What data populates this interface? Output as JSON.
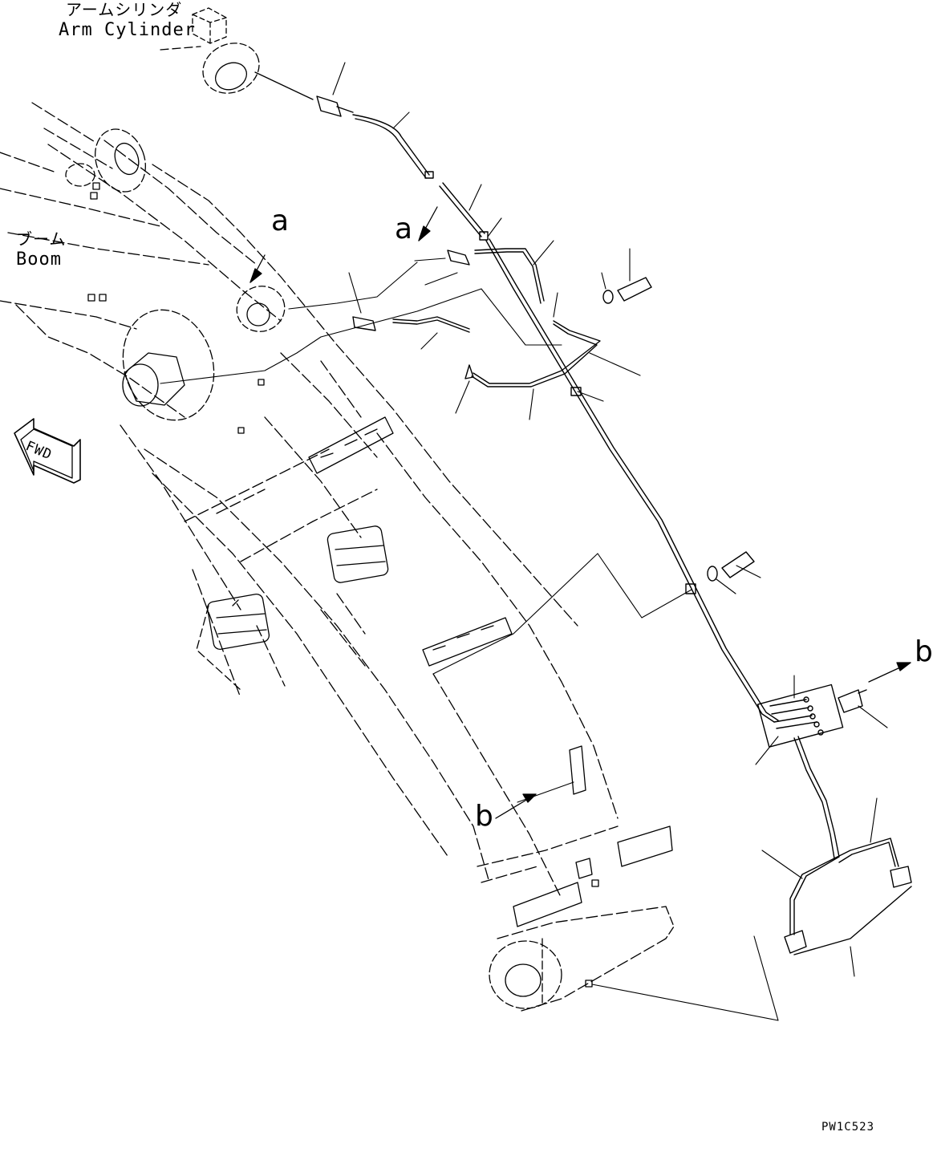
{
  "labels": {
    "arm_cylinder_jp": "アームシリンダ",
    "arm_cylinder_en": "Arm Cylinder",
    "boom_jp": "ブーム",
    "boom_en": "Boom",
    "fwd": "FWD",
    "view_a_1": "a",
    "view_a_2": "a",
    "view_b_1": "b",
    "view_b_2": "b",
    "drawing_code": "PW1C523"
  },
  "colors": {
    "line": "#000000",
    "background": "#ffffff"
  },
  "icons": {
    "fwd_arrow": "fwd-arrow-icon"
  }
}
